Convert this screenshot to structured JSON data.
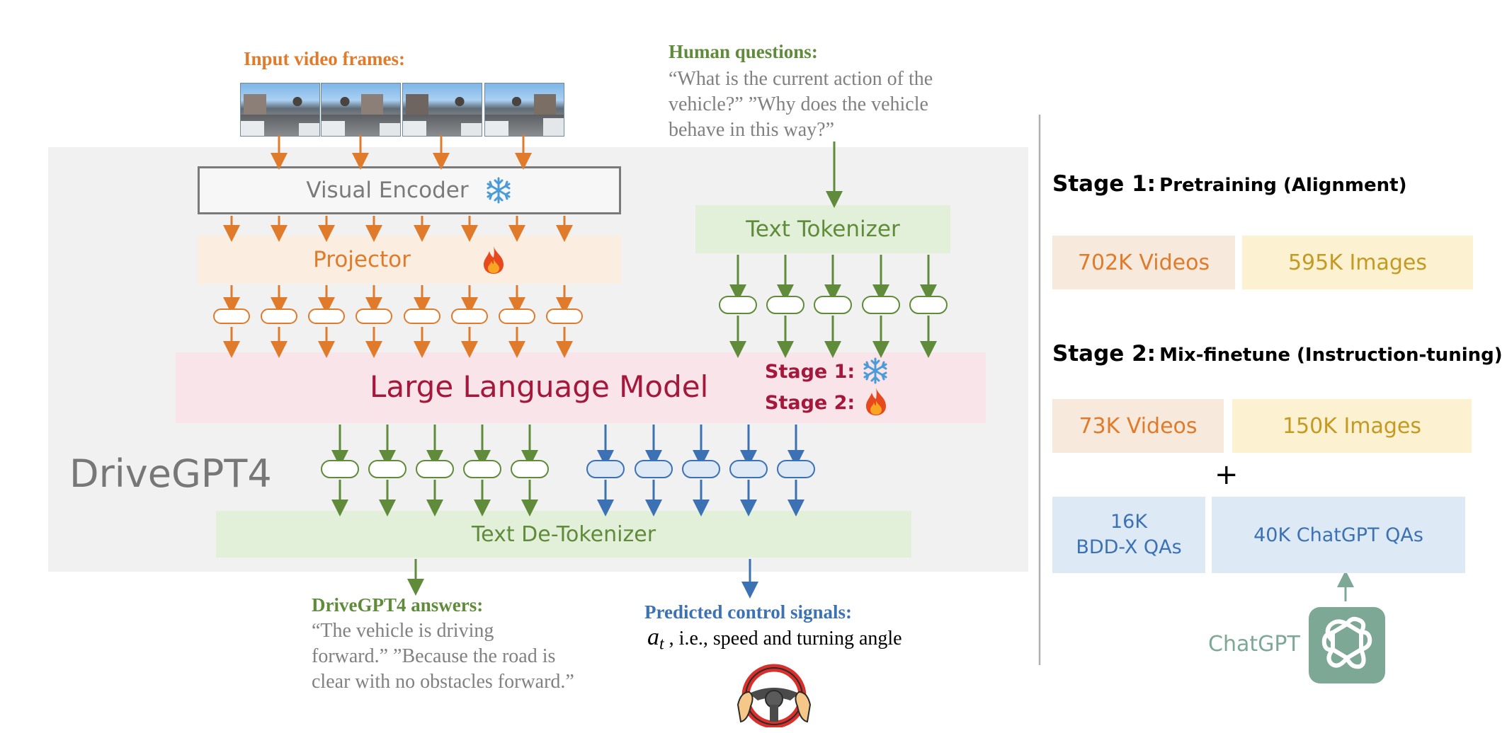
{
  "input": {
    "label": "Input video frames:"
  },
  "human": {
    "label": "Human questions:",
    "line1": "“What is the current action of the",
    "line2": "vehicle?” ”Why does the vehicle",
    "line3": "behave in this way?”"
  },
  "model": {
    "name": "DriveGPT4",
    "visual_encoder": "Visual Encoder",
    "projector": "Projector",
    "text_tokenizer": "Text Tokenizer",
    "llm": "Large Language Model",
    "llm_stage1": "Stage 1:",
    "llm_stage2": "Stage 2:",
    "detokenizer": "Text De-Tokenizer"
  },
  "answers": {
    "label": "DriveGPT4 answers:",
    "line1": "“The vehicle is driving",
    "line2": "forward.” ”Because the road is",
    "line3": "clear with no obstacles forward.”"
  },
  "control": {
    "label": "Predicted control signals:",
    "symbol": "a",
    "subscript": "t",
    "text": ", i.e., speed and turning angle"
  },
  "training": {
    "stage1": {
      "title": "Stage 1:",
      "desc": "Pretraining (Alignment)",
      "videos": "702K Videos",
      "images": "595K Images"
    },
    "stage2": {
      "title": "Stage 2:",
      "desc": "Mix-finetune (Instruction-tuning)",
      "videos": "73K Videos",
      "images": "150K Images",
      "plus": "+",
      "bddx_line1": "16K",
      "bddx_line2": "BDD-X QAs",
      "chatgpt_qas": "40K ChatGPT QAs"
    },
    "chatgpt": "ChatGPT"
  },
  "colors": {
    "orange": "#e07b2b",
    "green": "#5f8b3a",
    "blue": "#3c72b4",
    "crimson": "#a3183b",
    "gray_panel": "#f1f1f1",
    "projector_bg": "#fbeee1",
    "tokenizer_bg": "#e3f0d9",
    "llm_bg": "#f9e4ea",
    "videos_bg": "#f7e9dc",
    "images_bg": "#fcf1d0",
    "qa_bg": "#dde9f5",
    "chatgpt_green": "#7da896"
  },
  "icons": [
    "snowflake-icon",
    "fire-icon",
    "steering-wheel-icon",
    "chatgpt-logo-icon"
  ]
}
